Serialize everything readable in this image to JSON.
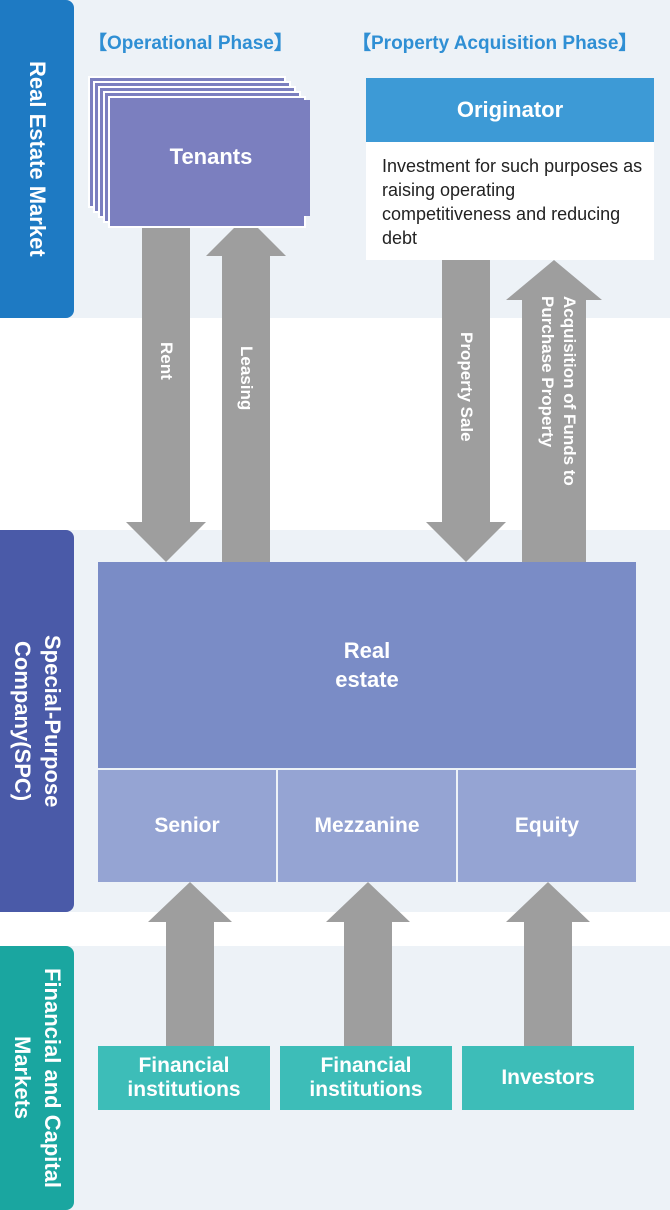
{
  "sections": {
    "real_estate_market": "Real Estate Market",
    "spc": "Special-Purpose Company(SPC)",
    "financial_markets": "Financial and Capital Markets"
  },
  "phases": {
    "operational": "【Operational Phase】",
    "acquisition": "【Property Acquisition Phase】"
  },
  "nodes": {
    "tenants": "Tenants",
    "originator": "Originator",
    "originator_desc": "Investment for such purposes as raising operating competitiveness and reducing debt",
    "real_estate": "Real estate",
    "senior": "Senior",
    "mezzanine": "Mezzanine",
    "equity": "Equity",
    "financial_institutions_1": "Financial institutions",
    "financial_institutions_2": "Financial institutions",
    "investors": "Investors"
  },
  "flows": {
    "rent": "Rent",
    "leasing": "Leasing",
    "property_sale": "Property Sale",
    "acquisition_funds": "Acquisition of Funds to Purchase Property"
  },
  "colors": {
    "band_bg": "#edf2f7",
    "real_estate_market": "#1e7ac3",
    "spc": "#4a5aa8",
    "financial_markets": "#1aa6a0",
    "tenants": "#7b7fbf",
    "originator": "#3d9ad6",
    "real_estate": "#7a8cc6",
    "tranche": "#95a4d3",
    "investor_box": "#3dbdb8",
    "arrow": "#9e9e9e"
  }
}
